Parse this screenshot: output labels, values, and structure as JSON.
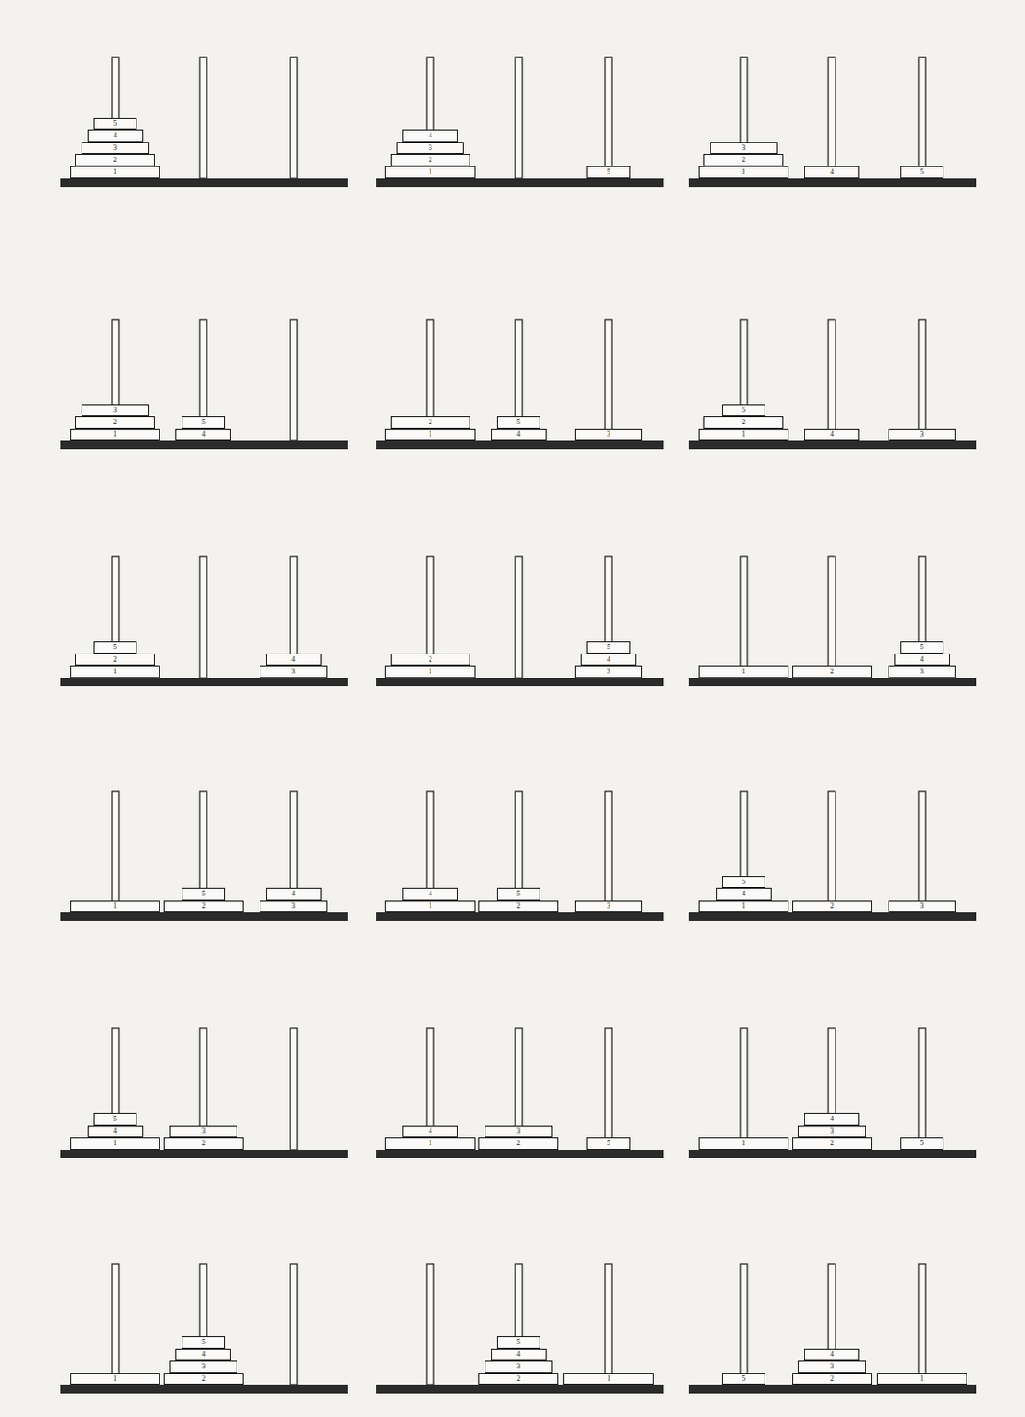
{
  "diagram": {
    "nodes": [
      {
        "text": [
          "1"
        ]
      },
      {
        "text": [
          "2"
        ]
      },
      {
        "text": [
          "3"
        ]
      },
      {
        "text": [
          "4"
        ]
      },
      {
        "text": [
          "5"
        ]
      },
      {
        "text": [
          "1"
        ]
      },
      {
        "text": [
          "2"
        ]
      },
      {
        "text": [
          "3"
        ]
      },
      {
        "text": [
          "4"
        ]
      },
      {
        "text": [
          "5"
        ]
      },
      {
        "text": [
          "1"
        ]
      },
      {
        "text": [
          "2"
        ]
      },
      {
        "text": [
          "3"
        ]
      },
      {
        "text": [
          "4"
        ]
      },
      {
        "text": [
          "5"
        ]
      },
      {
        "text": [
          "1"
        ]
      },
      {
        "text": [
          "2"
        ]
      },
      {
        "text": [
          "3"
        ]
      },
      {
        "text": [
          "4"
        ]
      },
      {
        "text": [
          "5"
        ]
      },
      {
        "text": [
          "1"
        ]
      },
      {
        "text": [
          "2"
        ]
      },
      {
        "text": [
          "4"
        ]
      },
      {
        "text": [
          "5"
        ]
      },
      {
        "text": [
          "3"
        ]
      },
      {
        "text": [
          "1"
        ]
      },
      {
        "text": [
          "2"
        ]
      },
      {
        "text": [
          "5"
        ]
      },
      {
        "text": [
          "4"
        ]
      },
      {
        "text": [
          "3"
        ]
      },
      {
        "text": [
          "1"
        ]
      },
      {
        "text": [
          "2"
        ]
      },
      {
        "text": [
          "5"
        ]
      },
      {
        "text": [
          "3"
        ]
      },
      {
        "text": [
          "4"
        ]
      },
      {
        "text": [
          "1"
        ]
      },
      {
        "text": [
          "2"
        ]
      },
      {
        "text": [
          "3"
        ]
      },
      {
        "text": [
          "4"
        ]
      },
      {
        "text": [
          "5"
        ]
      },
      {
        "text": [
          "1"
        ]
      },
      {
        "text": [
          "2"
        ]
      },
      {
        "text": [
          "3"
        ]
      },
      {
        "text": [
          "4"
        ]
      },
      {
        "text": [
          "5"
        ]
      },
      {
        "text": [
          "1"
        ]
      },
      {
        "text": [
          "2"
        ]
      },
      {
        "text": [
          "5"
        ]
      },
      {
        "text": [
          "3"
        ]
      },
      {
        "text": [
          "4"
        ]
      },
      {
        "text": [
          "1"
        ]
      },
      {
        "text": [
          "4"
        ]
      },
      {
        "text": [
          "2"
        ]
      },
      {
        "text": [
          "5"
        ]
      },
      {
        "text": [
          "3"
        ]
      },
      {
        "text": [
          "1"
        ]
      },
      {
        "text": [
          "4"
        ]
      },
      {
        "text": [
          "5"
        ]
      },
      {
        "text": [
          "2"
        ]
      },
      {
        "text": [
          "3"
        ]
      },
      {
        "text": [
          "1"
        ]
      },
      {
        "text": [
          "4"
        ]
      },
      {
        "text": [
          "5"
        ]
      },
      {
        "text": [
          "2"
        ]
      },
      {
        "text": [
          "3"
        ]
      },
      {
        "text": [
          "1"
        ]
      },
      {
        "text": [
          "4"
        ]
      },
      {
        "text": [
          "2"
        ]
      },
      {
        "text": [
          "3"
        ]
      },
      {
        "text": [
          "5"
        ]
      },
      {
        "text": [
          "1"
        ]
      },
      {
        "text": [
          "2"
        ]
      },
      {
        "text": [
          "3"
        ]
      },
      {
        "text": [
          "4"
        ]
      },
      {
        "text": [
          "5"
        ]
      },
      {
        "text": [
          "1"
        ]
      },
      {
        "text": [
          "2"
        ]
      },
      {
        "text": [
          "3"
        ]
      },
      {
        "text": [
          "4"
        ]
      },
      {
        "text": [
          "5"
        ]
      },
      {
        "text": [
          "2"
        ]
      },
      {
        "text": [
          "3"
        ]
      },
      {
        "text": [
          "4"
        ]
      },
      {
        "text": [
          "5"
        ]
      },
      {
        "text": [
          "1"
        ]
      },
      {
        "text": [
          "5"
        ]
      },
      {
        "text": [
          "2"
        ]
      },
      {
        "text": [
          "3"
        ]
      },
      {
        "text": [
          "4"
        ]
      },
      {
        "text": [
          "1"
        ]
      }
    ]
  }
}
